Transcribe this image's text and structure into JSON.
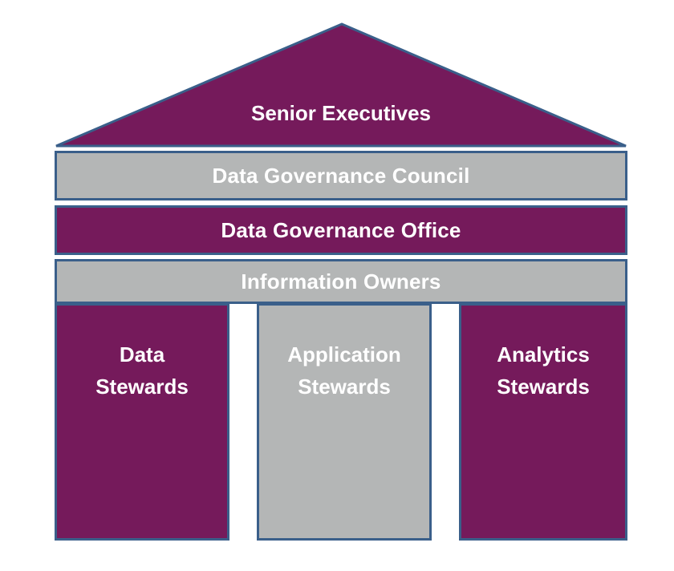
{
  "colors": {
    "purple": "#751a5b",
    "gray": "#b4b6b6",
    "border": "#3a5f8a"
  },
  "roof": {
    "label": "Senior Executives"
  },
  "bands": [
    {
      "label": "Data Governance Council",
      "color": "gray"
    },
    {
      "label": "Data Governance Office",
      "color": "purple"
    },
    {
      "label": "Information Owners",
      "color": "gray"
    }
  ],
  "pillars": [
    {
      "line1": "Data",
      "line2": "Stewards",
      "color": "purple"
    },
    {
      "line1": "Application",
      "line2": "Stewards",
      "color": "gray"
    },
    {
      "line1": "Analytics",
      "line2": "Stewards",
      "color": "purple"
    }
  ]
}
